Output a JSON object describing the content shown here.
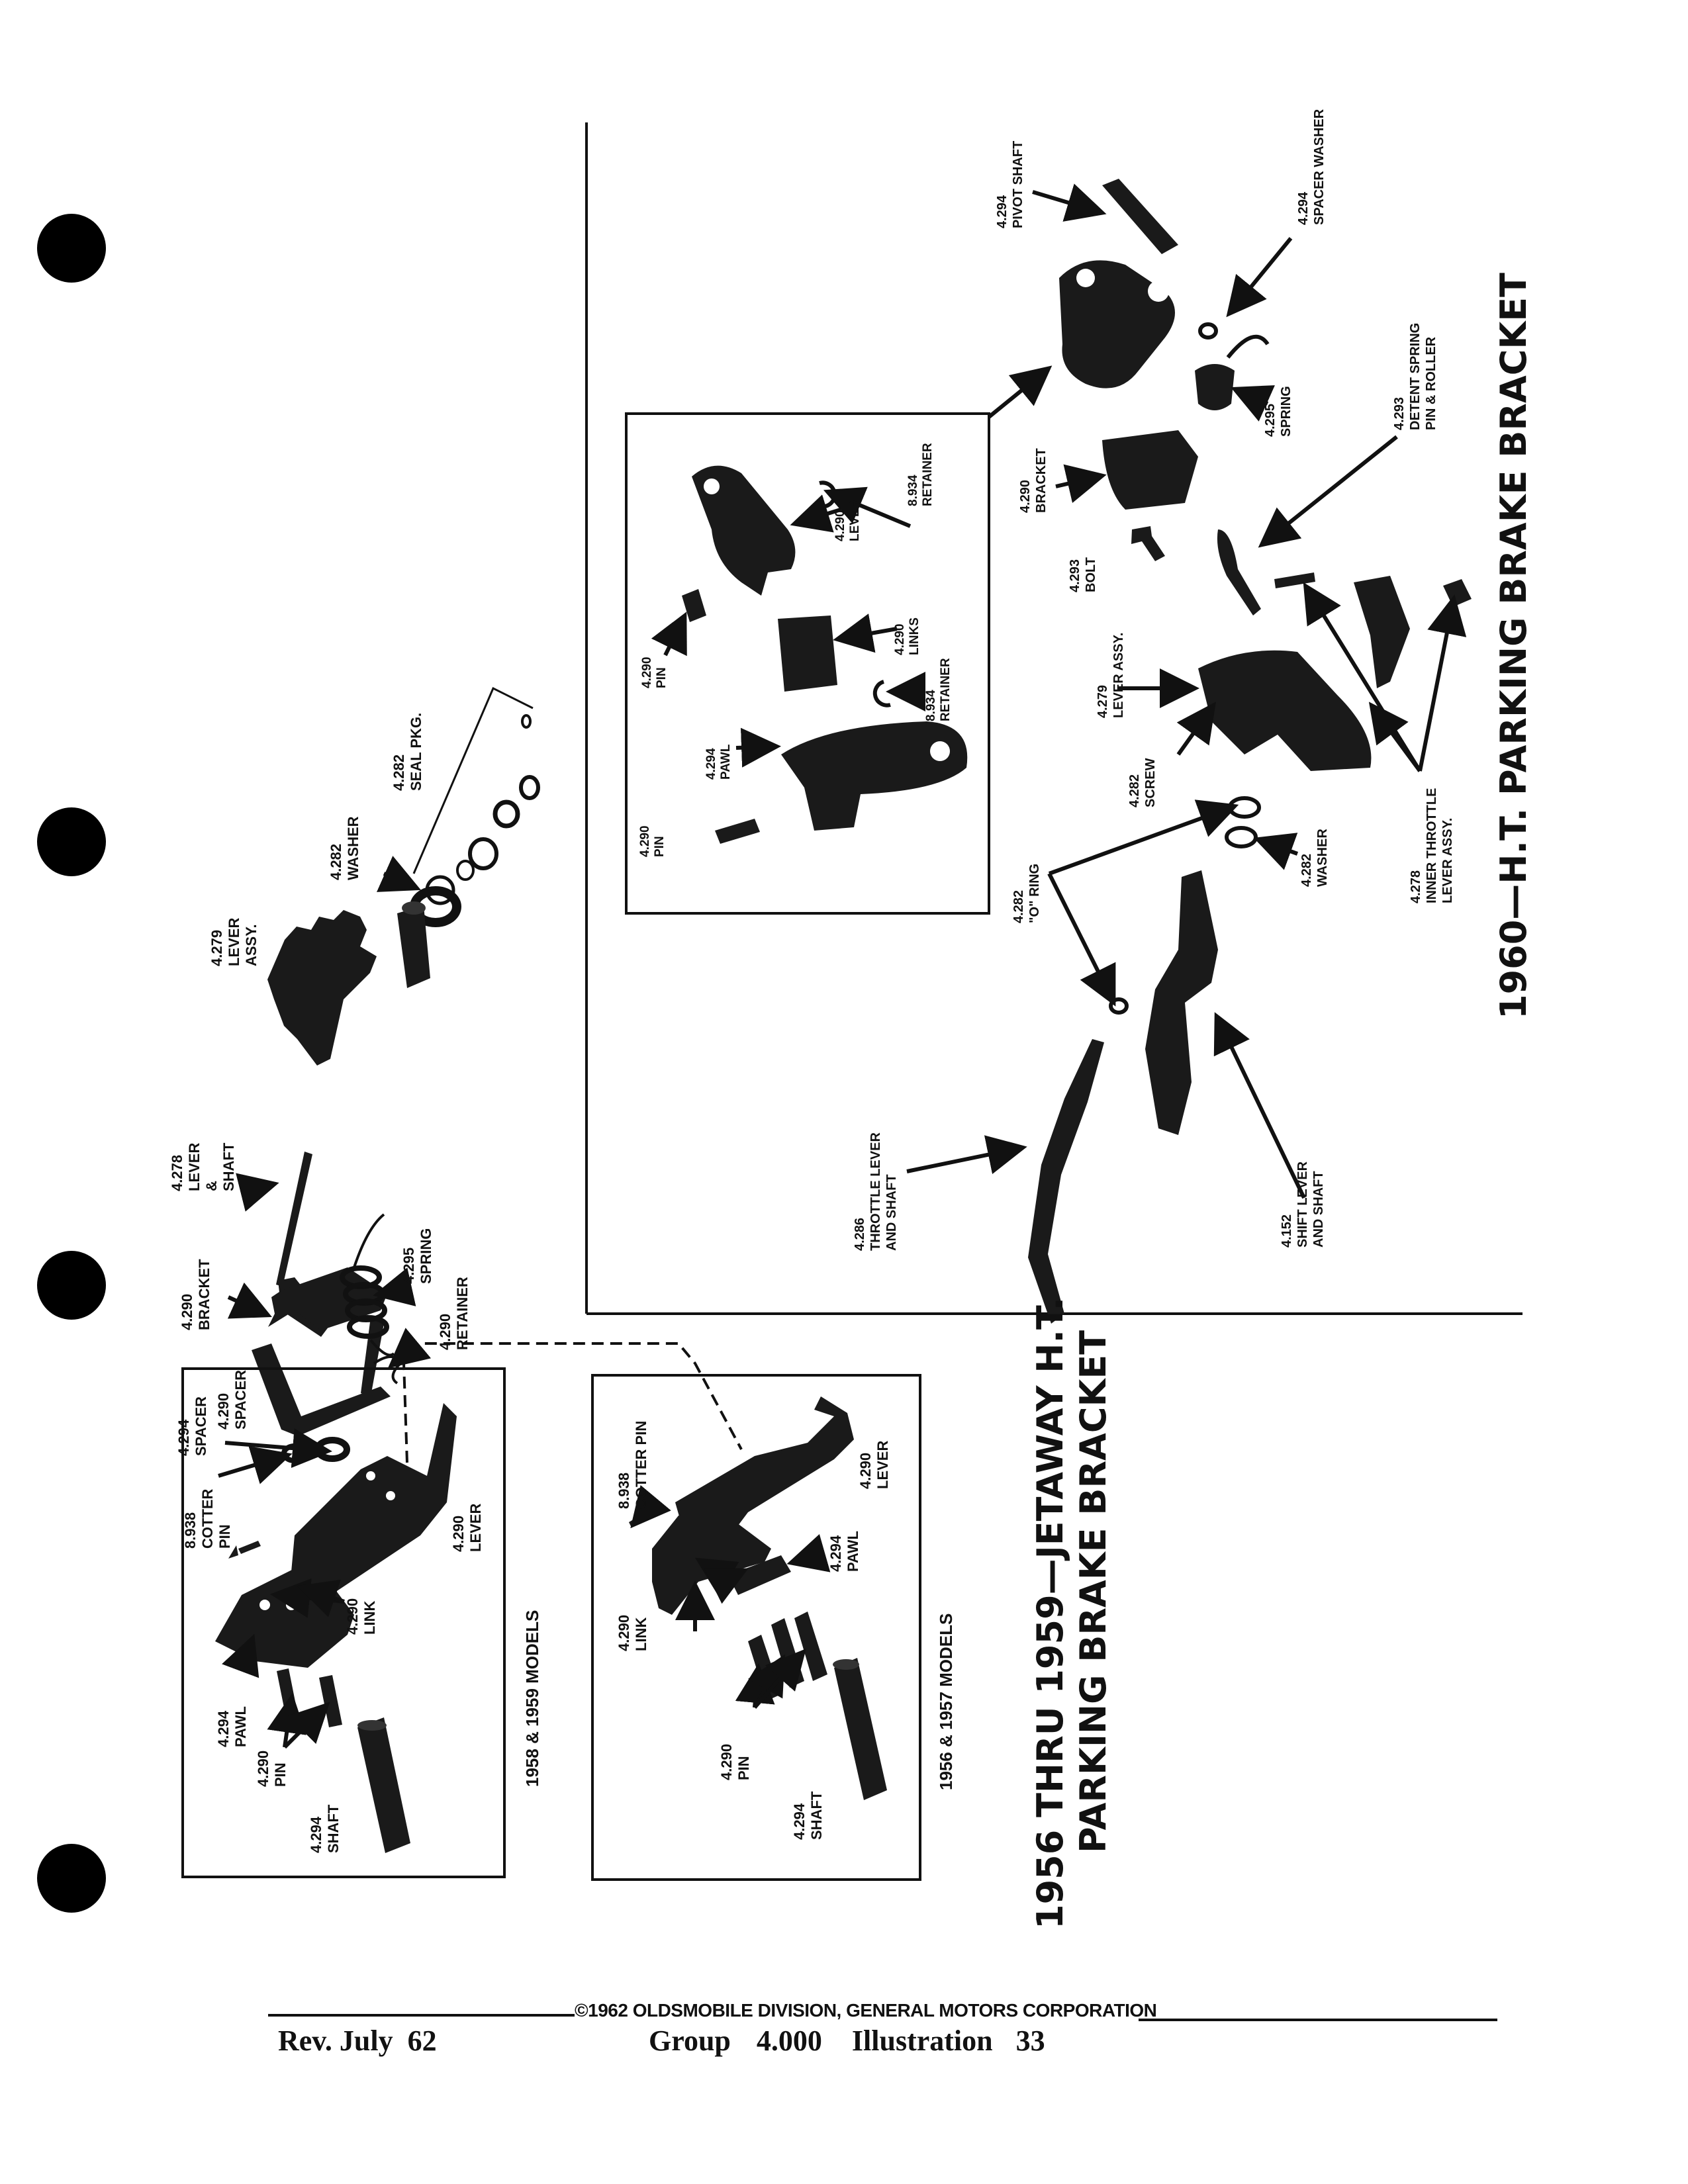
{
  "binder_holes": 4,
  "section_1960": {
    "title": "1960—H.T. PARKING BRAKE BRACKET",
    "labels": {
      "pivot_shaft": [
        "4.294",
        "PIVOT SHAFT"
      ],
      "spacer_washer": [
        "4.294",
        "SPACER WASHER"
      ],
      "spring": [
        "4.295",
        "SPRING"
      ],
      "detent_spring": [
        "4.293",
        "DETENT SPRING",
        "PIN & ROLLER"
      ],
      "bracket": [
        "4.290",
        "BRACKET"
      ],
      "bolt": [
        "4.293",
        "BOLT"
      ],
      "lever_assy": [
        "4.279",
        "LEVER ASSY."
      ],
      "screw": [
        "4.282",
        "SCREW"
      ],
      "washer": [
        "4.282",
        "WASHER"
      ],
      "o_ring": [
        "4.282",
        "\"O\" RING"
      ],
      "inner_throttle": [
        "4.278",
        "INNER THROTTLE",
        "LEVER ASSY."
      ],
      "shift_lever": [
        "4.152",
        "SHIFT LEVER",
        "AND SHAFT"
      ],
      "throttle_lever": [
        "4.286",
        "THROTTLE LEVER",
        "AND SHAFT"
      ]
    },
    "inset_labels": {
      "lever": [
        "4.290",
        "LEVER"
      ],
      "retainer_top": [
        "8.934",
        "RETAINER"
      ],
      "pin_top": [
        "4.290",
        "PIN"
      ],
      "links": [
        "4.290",
        "LINKS"
      ],
      "retainer_bottom": [
        "8.934",
        "RETAINER"
      ],
      "pawl": [
        "4.294",
        "PAWL"
      ],
      "pin_bottom": [
        "4.290",
        "PIN"
      ]
    }
  },
  "section_1956": {
    "title_line1": "1956 THRU 1959—JETAWAY H.T.",
    "title_line2": "PARKING BRAKE BRACKET",
    "labels": {
      "seal_pkg": [
        "4.282",
        "SEAL PKG."
      ],
      "washer": [
        "4.282",
        "WASHER"
      ],
      "lever_assy": [
        "4.279",
        "LEVER",
        "ASSY."
      ],
      "lever_shaft": [
        "4.278",
        "LEVER",
        "&",
        "SHAFT"
      ],
      "bracket": [
        "4.290",
        "BRACKET"
      ],
      "spring": [
        "4.295",
        "SPRING"
      ],
      "retainer": [
        "4.290",
        "RETAINER"
      ],
      "spacer_a": [
        "4.294",
        "SPACER"
      ],
      "spacer_b": [
        "4.290",
        "SPACER"
      ]
    },
    "box_1958": {
      "caption": "1958 & 1959 MODELS",
      "labels": {
        "cotter_pin": [
          "8.938",
          "COTTER",
          "PIN"
        ],
        "lever": [
          "4.290",
          "LEVER"
        ],
        "link": [
          "4.290",
          "LINK"
        ],
        "pawl": [
          "4.294",
          "PAWL"
        ],
        "pin": [
          "4.290",
          "PIN"
        ],
        "shaft": [
          "4.294",
          "SHAFT"
        ]
      }
    },
    "box_1956": {
      "caption": "1956 & 1957 MODELS",
      "labels": {
        "cotter_pin": [
          "8.938",
          "COTTER PIN"
        ],
        "lever": [
          "4.290",
          "LEVER"
        ],
        "pawl": [
          "4.294",
          "PAWL"
        ],
        "link": [
          "4.290",
          "LINK"
        ],
        "pin": [
          "4.290",
          "PIN"
        ],
        "shaft": [
          "4.294",
          "SHAFT"
        ]
      }
    }
  },
  "footer": {
    "copyright": "©1962 OLDSMOBILE DIVISION, GENERAL MOTORS CORPORATION",
    "revision": "Rev. July  62",
    "group_label": "Group",
    "group_value": "4.000",
    "illustration_label": "Illustration",
    "illustration_value": "33"
  }
}
